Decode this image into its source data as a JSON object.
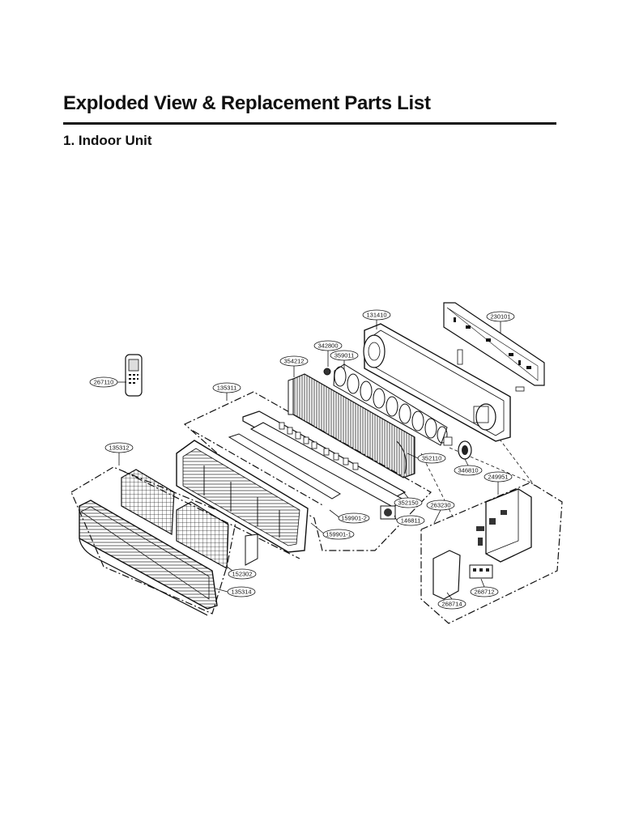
{
  "page": {
    "title": "Exploded View & Replacement Parts List",
    "section": "1. Indoor Unit"
  },
  "parts": [
    {
      "id": "p131410",
      "label": "131410"
    },
    {
      "id": "p230101",
      "label": "230101"
    },
    {
      "id": "p342800",
      "label": "342800"
    },
    {
      "id": "p359011",
      "label": "359011"
    },
    {
      "id": "p354212",
      "label": "354212"
    },
    {
      "id": "p267110",
      "label": "267110"
    },
    {
      "id": "p135311",
      "label": "135311"
    },
    {
      "id": "p135312",
      "label": "135312"
    },
    {
      "id": "p352110",
      "label": "352110"
    },
    {
      "id": "p346810",
      "label": "346810"
    },
    {
      "id": "p249951",
      "label": "249951"
    },
    {
      "id": "p352150",
      "label": "352150"
    },
    {
      "id": "p263230",
      "label": "263230"
    },
    {
      "id": "p159901_2",
      "label": "159901-2"
    },
    {
      "id": "p146811",
      "label": "146811"
    },
    {
      "id": "p159901_1",
      "label": "159901-1"
    },
    {
      "id": "p152302",
      "label": "152302"
    },
    {
      "id": "p135314",
      "label": "135314"
    },
    {
      "id": "p268712",
      "label": "268712"
    },
    {
      "id": "p268714",
      "label": "268714"
    }
  ]
}
